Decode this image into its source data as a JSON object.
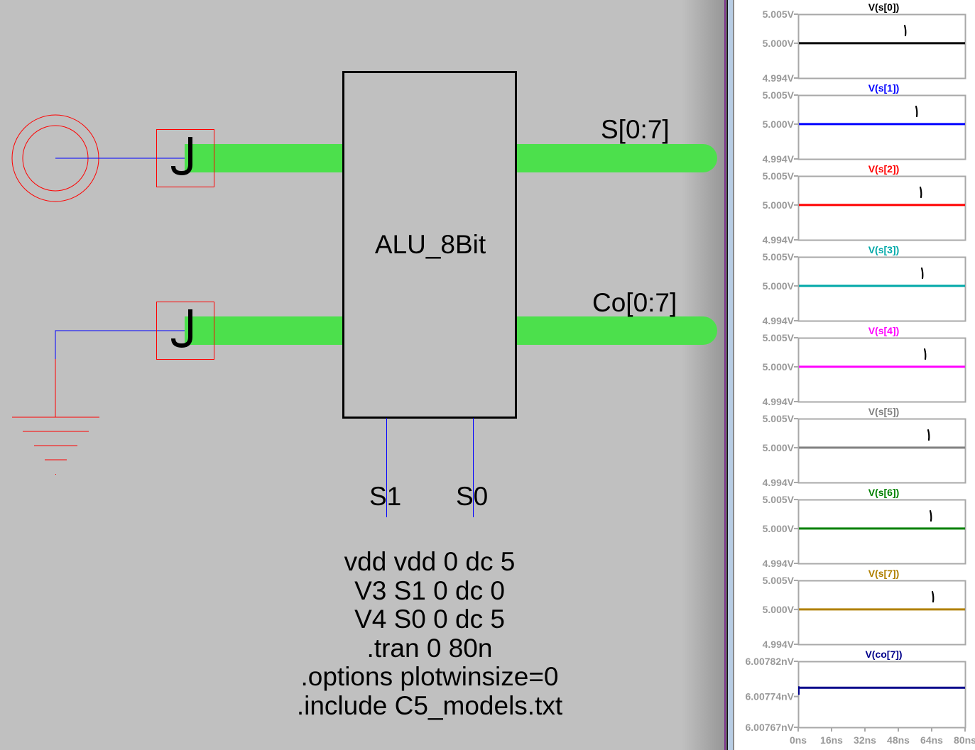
{
  "schematic": {
    "block_name": "ALU_8Bit",
    "output_buses": [
      "S[0:7]",
      "Co[0:7]"
    ],
    "select_pins": [
      "S1",
      "S0"
    ],
    "input_connectors": [
      "vdd-bus",
      "ground-bus"
    ],
    "spice_directives": [
      "vdd vdd 0 dc 5",
      "V3 S1 0 dc 0",
      "V4 S0 0 dc 5",
      ".tran 0 80n",
      ".options plotwinsize=0",
      ".include C5_models.txt"
    ],
    "colors": {
      "background": "#c0c0c0",
      "bus": "#4ce04c",
      "wire": "#0000ff",
      "component": "#ff0000",
      "block_border": "#000000"
    }
  },
  "chart_data": [
    {
      "type": "line",
      "title": "V(s[0])",
      "color": "#000000",
      "ylabel_ticks": [
        "5.005V",
        "5.000V",
        "4.994V"
      ],
      "ylim": [
        4.994,
        5.005
      ],
      "x": [
        0,
        80
      ],
      "values": [
        5.0,
        5.0
      ],
      "annotation": "1"
    },
    {
      "type": "line",
      "title": "V(s[1])",
      "color": "#0000ff",
      "ylabel_ticks": [
        "5.005V",
        "5.000V",
        "4.994V"
      ],
      "ylim": [
        4.994,
        5.005
      ],
      "x": [
        0,
        80
      ],
      "values": [
        5.0,
        5.0
      ],
      "annotation": "1"
    },
    {
      "type": "line",
      "title": "V(s[2])",
      "color": "#ff0000",
      "ylabel_ticks": [
        "5.005V",
        "5.000V",
        "4.994V"
      ],
      "ylim": [
        4.994,
        5.005
      ],
      "x": [
        0,
        80
      ],
      "values": [
        5.0,
        5.0
      ],
      "annotation": "1"
    },
    {
      "type": "line",
      "title": "V(s[3])",
      "color": "#00a8a8",
      "ylabel_ticks": [
        "5.005V",
        "5.000V",
        "4.994V"
      ],
      "ylim": [
        4.994,
        5.005
      ],
      "x": [
        0,
        80
      ],
      "values": [
        5.0,
        5.0
      ],
      "annotation": "1"
    },
    {
      "type": "line",
      "title": "V(s[4])",
      "color": "#ff00ff",
      "ylabel_ticks": [
        "5.005V",
        "5.000V",
        "4.994V"
      ],
      "ylim": [
        4.994,
        5.005
      ],
      "x": [
        0,
        80
      ],
      "values": [
        5.0,
        5.0
      ],
      "annotation": "1"
    },
    {
      "type": "line",
      "title": "V(s[5])",
      "color": "#808080",
      "ylabel_ticks": [
        "5.005V",
        "5.000V",
        "4.994V"
      ],
      "ylim": [
        4.994,
        5.005
      ],
      "x": [
        0,
        80
      ],
      "values": [
        5.0,
        5.0
      ],
      "annotation": "1"
    },
    {
      "type": "line",
      "title": "V(s[6])",
      "color": "#008000",
      "ylabel_ticks": [
        "5.005V",
        "5.000V",
        "4.994V"
      ],
      "ylim": [
        4.994,
        5.005
      ],
      "x": [
        0,
        80
      ],
      "values": [
        5.0,
        5.0
      ],
      "annotation": "1"
    },
    {
      "type": "line",
      "title": "V(s[7])",
      "color": "#b08000",
      "ylabel_ticks": [
        "5.005V",
        "5.000V",
        "4.994V"
      ],
      "ylim": [
        4.994,
        5.005
      ],
      "x": [
        0,
        80
      ],
      "values": [
        5.0,
        5.0
      ],
      "annotation": "1"
    },
    {
      "type": "line",
      "title": "V(co[7])",
      "color": "#00008b",
      "ylabel_ticks": [
        "6.00782nV",
        "6.00774nV",
        "6.00767nV"
      ],
      "ylim": [
        6.00767,
        6.00782
      ],
      "x": [
        0,
        80
      ],
      "values": [
        6.00776,
        6.00776
      ],
      "xlabel_ticks": [
        "0ns",
        "16ns",
        "32ns",
        "48ns",
        "64ns",
        "80ns"
      ],
      "xlim": [
        0,
        80
      ],
      "xunit": "ns"
    }
  ]
}
